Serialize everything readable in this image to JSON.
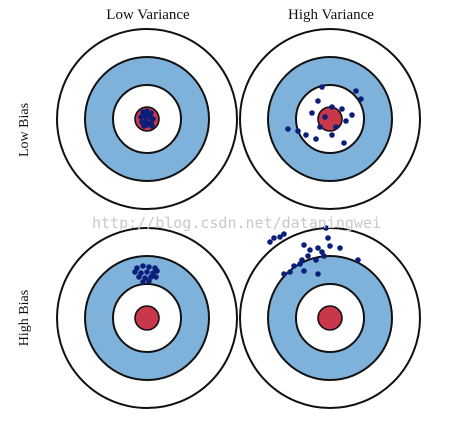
{
  "labels": {
    "col_low": "Low Variance",
    "col_high": "High Variance",
    "row_low": "Low Bias",
    "row_high": "High Bias"
  },
  "watermark": "http://blog.csdn.net/dataningwei",
  "colors": {
    "ring_light": "#7fb2da",
    "ring_white": "#ffffff",
    "bullseye": "#c8374a",
    "stroke": "#111111",
    "dot": "#0b1f7a"
  },
  "targets": [
    {
      "name": "low-bias-low-variance",
      "dots": [
        [
          -4,
          -7
        ],
        [
          0,
          -8
        ],
        [
          4,
          -6
        ],
        [
          -6,
          -2
        ],
        [
          -2,
          -3
        ],
        [
          3,
          -2
        ],
        [
          6,
          0
        ],
        [
          -5,
          3
        ],
        [
          -1,
          2
        ],
        [
          4,
          4
        ],
        [
          0,
          6
        ],
        [
          -3,
          7
        ],
        [
          5,
          7
        ],
        [
          2,
          -4
        ]
      ]
    },
    {
      "name": "low-bias-high-variance",
      "dots": [
        [
          -8,
          -32
        ],
        [
          26,
          -28
        ],
        [
          31,
          -20
        ],
        [
          -12,
          -18
        ],
        [
          2,
          -12
        ],
        [
          12,
          -10
        ],
        [
          -18,
          -6
        ],
        [
          22,
          -4
        ],
        [
          -5,
          -2
        ],
        [
          16,
          2
        ],
        [
          -42,
          10
        ],
        [
          -10,
          8
        ],
        [
          6,
          8
        ],
        [
          -24,
          16
        ],
        [
          2,
          16
        ],
        [
          -14,
          20
        ],
        [
          14,
          24
        ],
        [
          -32,
          12
        ]
      ]
    },
    {
      "name": "high-bias-low-variance",
      "dots": [
        [
          -10,
          -50
        ],
        [
          -4,
          -52
        ],
        [
          2,
          -51
        ],
        [
          8,
          -50
        ],
        [
          -12,
          -46
        ],
        [
          -6,
          -45
        ],
        [
          0,
          -46
        ],
        [
          6,
          -45
        ],
        [
          10,
          -47
        ],
        [
          -8,
          -41
        ],
        [
          -2,
          -40
        ],
        [
          4,
          -41
        ],
        [
          9,
          -41
        ],
        [
          -4,
          -36
        ],
        [
          2,
          -37
        ]
      ]
    },
    {
      "name": "high-bias-high-variance",
      "dots": [
        [
          -4,
          -90
        ],
        [
          -46,
          -84
        ],
        [
          -50,
          -81
        ],
        [
          -56,
          -80
        ],
        [
          -60,
          -76
        ],
        [
          -2,
          -80
        ],
        [
          -26,
          -73
        ],
        [
          -20,
          -68
        ],
        [
          -12,
          -70
        ],
        [
          -8,
          -66
        ],
        [
          0,
          -72
        ],
        [
          10,
          -70
        ],
        [
          -22,
          -62
        ],
        [
          -28,
          -58
        ],
        [
          -14,
          -58
        ],
        [
          -6,
          -62
        ],
        [
          -36,
          -52
        ],
        [
          -46,
          -44
        ],
        [
          -40,
          -46
        ],
        [
          -26,
          -47
        ],
        [
          -12,
          -44
        ],
        [
          28,
          -58
        ],
        [
          -30,
          -54
        ]
      ]
    }
  ]
}
